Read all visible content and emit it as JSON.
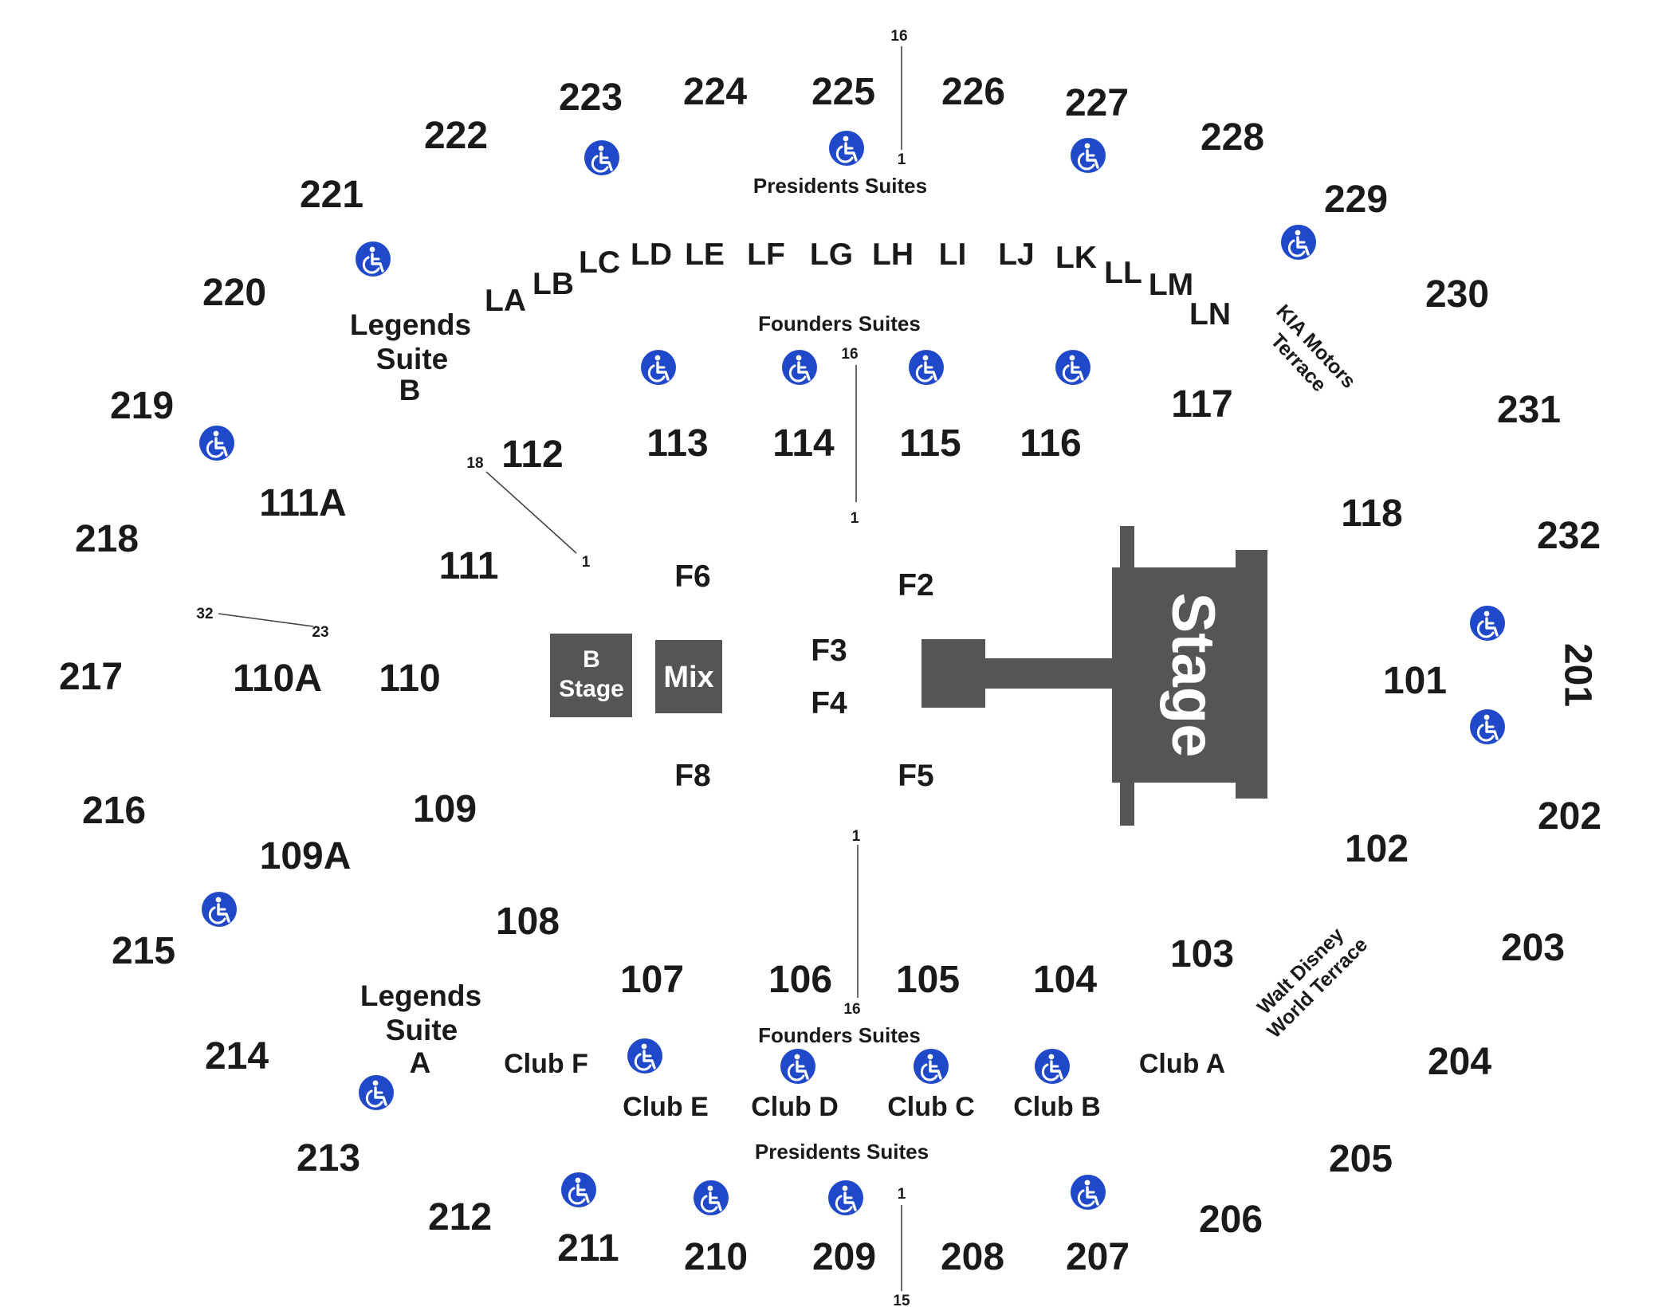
{
  "sections": {
    "s101": "101",
    "s102": "102",
    "s103": "103",
    "s104": "104",
    "s105": "105",
    "s106": "106",
    "s107": "107",
    "s108": "108",
    "s109": "109",
    "s109A": "109A",
    "s110": "110",
    "s110A": "110A",
    "s111": "111",
    "s111A": "111A",
    "s112": "112",
    "s113": "113",
    "s114": "114",
    "s115": "115",
    "s116": "116",
    "s117": "117",
    "s118": "118",
    "s201": "201",
    "s202": "202",
    "s203": "203",
    "s204": "204",
    "s205": "205",
    "s206": "206",
    "s207": "207",
    "s208": "208",
    "s209": "209",
    "s210": "210",
    "s211": "211",
    "s212": "212",
    "s213": "213",
    "s214": "214",
    "s215": "215",
    "s216": "216",
    "s217": "217",
    "s218": "218",
    "s219": "219",
    "s220": "220",
    "s221": "221",
    "s222": "222",
    "s223": "223",
    "s224": "224",
    "s225": "225",
    "s226": "226",
    "s227": "227",
    "s228": "228",
    "s229": "229",
    "s230": "230",
    "s231": "231",
    "s232": "232"
  },
  "floor": {
    "f2": "F2",
    "f3": "F3",
    "f4": "F4",
    "f5": "F5",
    "f6": "F6",
    "f8": "F8"
  },
  "loge": {
    "la": "LA",
    "lb": "LB",
    "lc": "LC",
    "ld": "LD",
    "le": "LE",
    "lf": "LF",
    "lg": "LG",
    "lh": "LH",
    "li": "LI",
    "lj": "LJ",
    "lk": "LK",
    "ll": "LL",
    "lm": "LM",
    "ln": "LN"
  },
  "clubs": {
    "a": "Club A",
    "b": "Club B",
    "c": "Club C",
    "d": "Club D",
    "e": "Club E",
    "f": "Club F"
  },
  "suites": {
    "presidents_top": "Presidents Suites",
    "founders_top": "Founders Suites",
    "founders_bottom": "Founders Suites",
    "presidents_bottom": "Presidents Suites"
  },
  "legends_b": [
    "Legends",
    "Suite",
    "B"
  ],
  "legends_a": [
    "Legends",
    "Suite",
    "A"
  ],
  "terraces": {
    "kia": [
      "KIA Motors",
      "Terrace"
    ],
    "disney": [
      "Walt Disney",
      "World Terrace"
    ]
  },
  "stage": {
    "main": "Stage",
    "b_stage": [
      "B",
      "Stage"
    ],
    "mix": "Mix"
  },
  "row_markers": {
    "top_center": [
      "16",
      "1"
    ],
    "inner_top": [
      "16",
      "1"
    ],
    "s112": [
      "18",
      "1"
    ],
    "s110a": [
      "32",
      "23"
    ],
    "inner_bottom": [
      "1",
      "16"
    ],
    "bottom_center": [
      "1",
      "15"
    ]
  },
  "icons": {
    "accessible": "wheelchair-accessible-icon"
  },
  "colors": {
    "accessible_blue": "#1f49c9",
    "stage_gray": "#555555",
    "label": "#1a1a1a"
  }
}
